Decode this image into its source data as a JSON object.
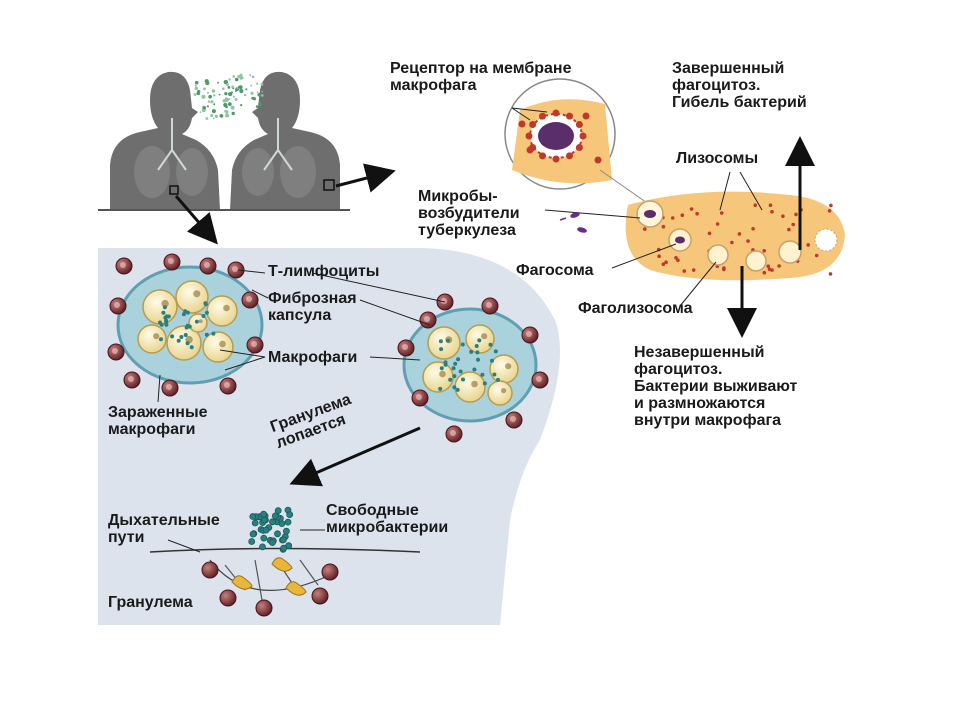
{
  "labels": {
    "receptor": [
      "Рецептор на мембране",
      "макрофага"
    ],
    "completed": [
      "Завершенный",
      "фагоцитоз.",
      "Гибель бактерий"
    ],
    "lysosomes": "Лизосомы",
    "microbes": [
      "Микробы-",
      "возбудители",
      "туберкулеза"
    ],
    "phagosome": "Фагосома",
    "phagolysosome": "Фаголизосома",
    "incomplete": [
      "Незавершенный",
      "фагоцитоз.",
      "Бактерии выживают",
      "и размножаются",
      "внутри макрофага"
    ],
    "t_lymphocytes": "Т-лимфоциты",
    "fibrous_capsule": [
      "Фиброзная",
      "капсула"
    ],
    "macrophages": "Макрофаги",
    "infected_macrophages": [
      "Зараженные",
      "макрофаги"
    ],
    "granuloma_bursts": [
      "Гранулема",
      "лопается"
    ],
    "free_bacteria": [
      "Свободные",
      "микробактерии"
    ],
    "airways": [
      "Дыхательные",
      "пути"
    ],
    "granuloma": "Гранулема"
  },
  "colors": {
    "silhouette": "#6e6e6e",
    "lung_panel": "#dde3ec",
    "cytoplasm": "#f6c77a",
    "macrophage_cell": "#f3e6b0",
    "lymphocyte": "#8a3a3a",
    "capsule": "#7fb8c8",
    "lysosome_dot": "#c0392b",
    "bacteria": "#2a7f7f"
  }
}
